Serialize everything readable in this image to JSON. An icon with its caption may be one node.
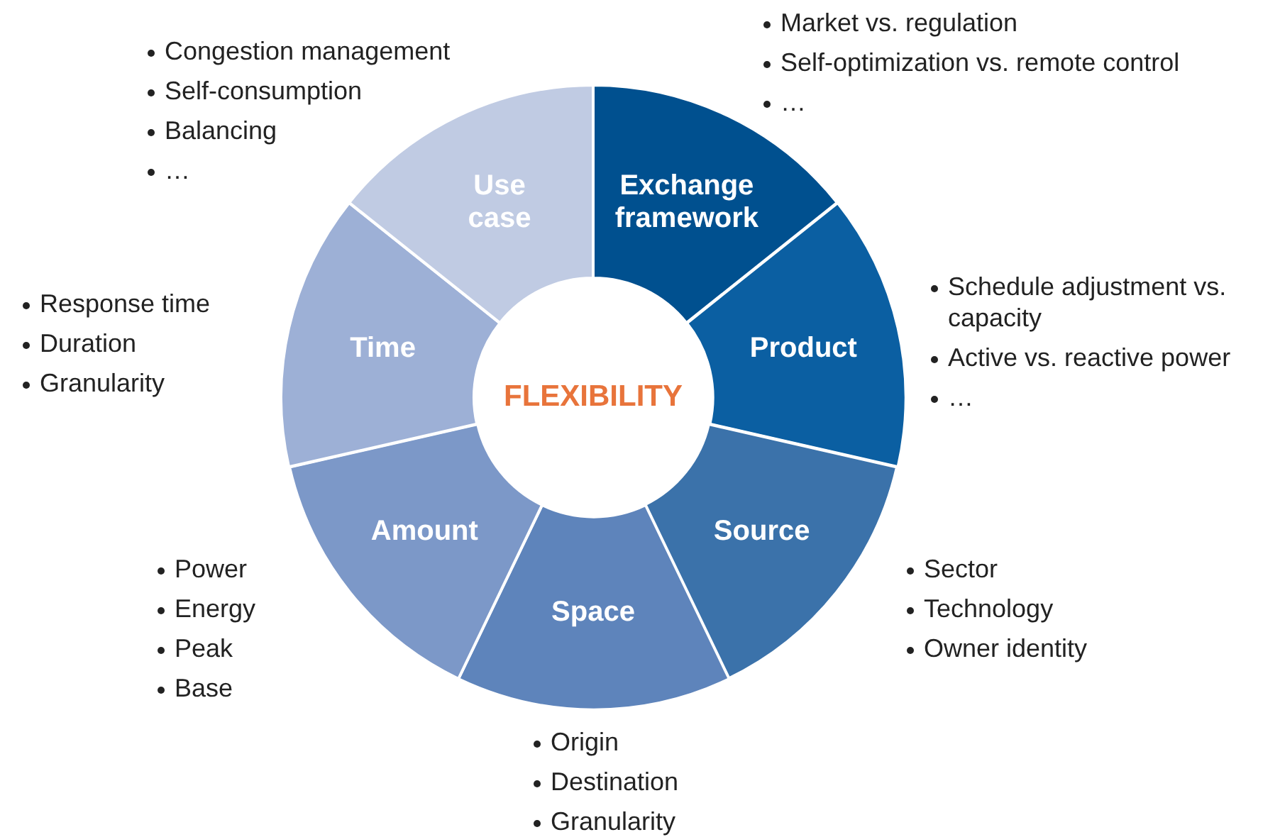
{
  "diagram": {
    "nodes": [
      {
        "text": [
          "FLEXIBILITY"
        ]
      },
      {
        "text": [
          "Exchange framework"
        ],
        "beside": [
          "Market vs. regulation",
          "Self-optimization vs. remote control",
          "…"
        ]
      },
      {
        "text": [
          "Product"
        ],
        "beside": [
          "Schedule adjustment vs. capacity",
          "Active vs. reactive power",
          "…"
        ]
      },
      {
        "text": [
          "Source"
        ],
        "beside": [
          "Sector",
          "Technology",
          "Owner identity"
        ]
      },
      {
        "text": [
          "Space"
        ],
        "beside": [
          "Origin",
          "Destination",
          "Granularity"
        ]
      },
      {
        "text": [
          "Amount"
        ],
        "beside": [
          "Power",
          "Energy",
          "Peak",
          "Base"
        ]
      },
      {
        "text": [
          "Time"
        ],
        "beside": [
          "Response time",
          "Duration",
          "Granularity"
        ]
      },
      {
        "text": [
          "Use case"
        ],
        "beside": [
          "Congestion management",
          "Self-consumption",
          "Balancing",
          "…"
        ]
      }
    ]
  }
}
